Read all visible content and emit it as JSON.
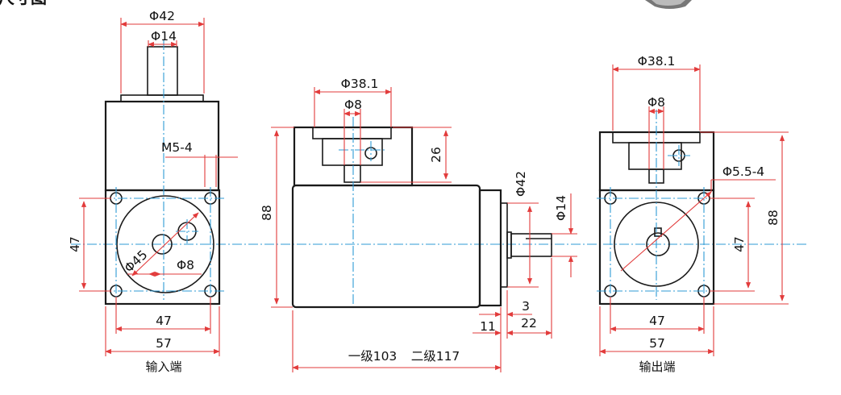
{
  "header": {
    "title_fragment": "尺寸图"
  },
  "colors": {
    "outline": "#1a1a1a",
    "dimension": "#e23b3b",
    "centerline": "#2f9bd6"
  },
  "views": {
    "input": {
      "caption": "输入端",
      "labels": {
        "shaft_outer": "Φ42",
        "shaft_inner": "Φ14",
        "thread": "M5-4",
        "bolt_spacing_v": "47",
        "bolt_spacing_h": "47",
        "body_width": "57",
        "bolt_circle": "Φ45",
        "hole": "Φ8"
      }
    },
    "side": {
      "labels": {
        "flange": "Φ38.1",
        "shaft": "Φ8",
        "flange_height": "26",
        "body_height": "88",
        "pilot": "Φ42",
        "output_shaft": "Φ14",
        "shoulder": "3",
        "pilot_len": "11",
        "shaft_len": "22",
        "length_one_stage": "一级103",
        "length_two_stage": "二级117"
      }
    },
    "output": {
      "caption": "输出端",
      "labels": {
        "flange": "Φ38.1",
        "shaft": "Φ8",
        "mount_hole": "Φ5.5-4",
        "body_height": "88",
        "bolt_spacing_v": "47",
        "bolt_spacing_h": "47",
        "body_width": "57"
      }
    }
  }
}
